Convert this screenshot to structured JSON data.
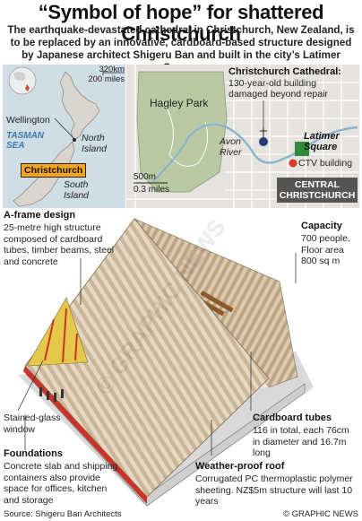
{
  "title": "“Symbol of hope” for shattered Christchurch",
  "intro": "The earthquake-devastated cathedral in Christchurch, New Zealand, is to be replaced by an innovative, cardboard-based structure designed by Japanese architect Shigeru Ban and built in the city’s Latimer Square",
  "nz_map": {
    "scale_km": "320km",
    "scale_miles": "200 miles",
    "wellington": "Wellington",
    "tasman_sea": "TASMAN SEA",
    "north_island": "North Island",
    "christchurch": "Christchurch",
    "south_island": "South Island"
  },
  "city_map": {
    "cathedral_heading": "Christchurch Cathedral:",
    "cathedral_text": "130-year-old building damaged beyond repair",
    "hagley_park": "Hagley Park",
    "avon_river": "Avon River",
    "latimer_square": "Latimer Square",
    "ctv_building": "CTV building",
    "scale_m": "500m",
    "scale_miles": "0.3 miles",
    "central_label": "CENTRAL CHRISTCHURCH"
  },
  "callouts": {
    "aframe_heading": "A-frame design",
    "aframe_text": "25-metre high structure composed of cardboard tubes, timber beams, steel and concrete",
    "capacity_heading": "Capacity",
    "capacity_text": "700 people. Floor area 800 sq m",
    "stained_glass": "Stained-glass window",
    "foundations_heading": "Foundations",
    "foundations_text": "Concrete slab and shipping containers also provide space for offices, kitchen and storage",
    "tubes_heading": "Cardboard tubes",
    "tubes_text": "116 in total, each 76cm in diameter and 16.7m long",
    "roof_heading": "Weather-proof roof",
    "roof_text": "Corrugated PC thermoplastic polymer sheeting. NZ$5m structure will last 10 years"
  },
  "watermark": "© GRAPHIC NEWS",
  "footer": {
    "source": "Source: Shigeru Ban Architects",
    "credit": "© GRAPHIC NEWS"
  },
  "colors": {
    "land": "#d9d4cc",
    "sea": "#cfdde6",
    "city_map_bg": "#e6e3df",
    "park": "#b9c9a3",
    "river": "#8ab3cc",
    "highlight_box": "#f6a619",
    "roof_tubes": "#d6c3a8",
    "central_box": "#555555"
  }
}
